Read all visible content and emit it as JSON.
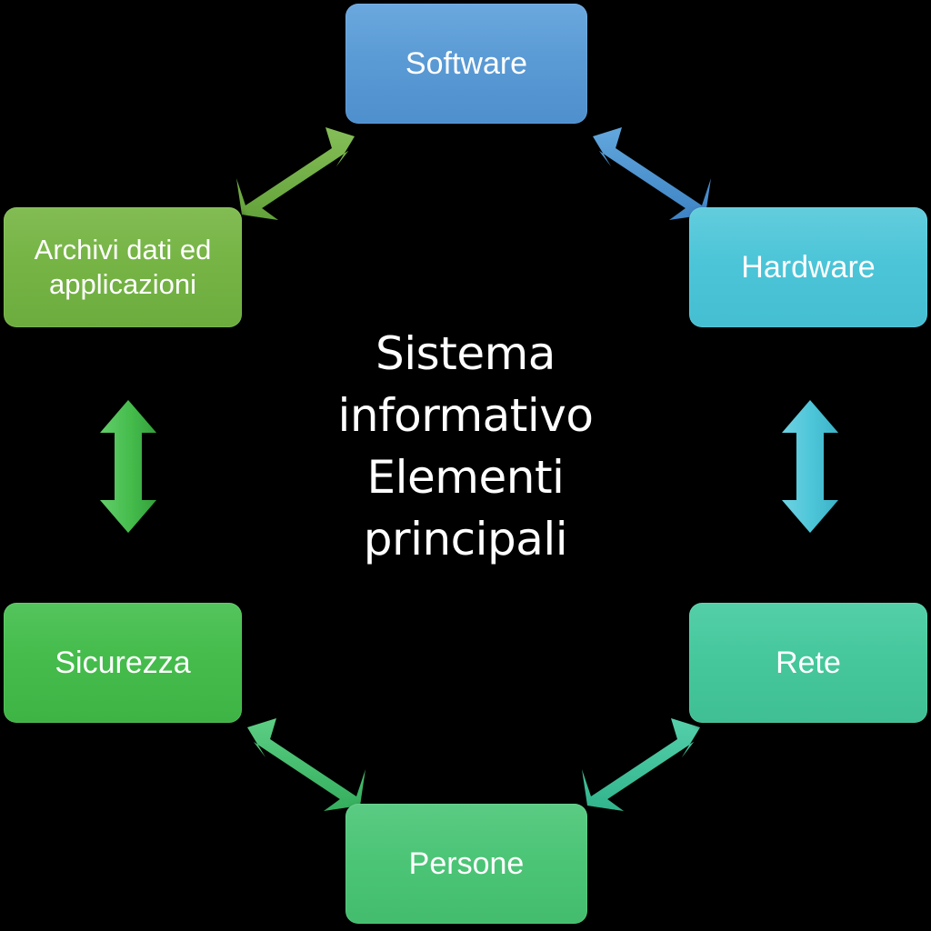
{
  "diagram": {
    "title_lines": "Sistema\ninformativo\nElementi\nprincipali",
    "background_color": "#000000",
    "text_color": "#FFFFFF",
    "nodes": [
      {
        "id": "software",
        "label": "Software",
        "color": "#5B9BD5",
        "position": "top"
      },
      {
        "id": "hardware",
        "label": "Hardware",
        "color": "#4CC5D8",
        "position": "top-right"
      },
      {
        "id": "rete",
        "label": "Rete",
        "color": "#46C79C",
        "position": "bottom-right"
      },
      {
        "id": "persone",
        "label": "Persone",
        "color": "#4CC577",
        "position": "bottom"
      },
      {
        "id": "sicurezza",
        "label": "Sicurezza",
        "color": "#45BC4C",
        "position": "bottom-left"
      },
      {
        "id": "archivi",
        "label": "Archivi dati ed\napplicazioni",
        "color": "#76B445",
        "position": "top-left"
      }
    ],
    "connectors": [
      {
        "id": "software-hardware",
        "from": "software",
        "to": "hardware",
        "color": "#4A90D0",
        "style": "double-headed",
        "orientation": "diagonal-down-right"
      },
      {
        "id": "hardware-rete",
        "from": "hardware",
        "to": "rete",
        "color": "#4CC5D8",
        "style": "double-headed",
        "orientation": "vertical"
      },
      {
        "id": "rete-persone",
        "from": "rete",
        "to": "persone",
        "color": "#3FC49B",
        "style": "double-headed",
        "orientation": "diagonal-down-left"
      },
      {
        "id": "persone-sicurezza",
        "from": "persone",
        "to": "sicurezza",
        "color": "#44C472",
        "style": "double-headed",
        "orientation": "diagonal-up-left"
      },
      {
        "id": "sicurezza-archivi",
        "from": "sicurezza",
        "to": "archivi",
        "color": "#43BC4A",
        "style": "double-headed",
        "orientation": "vertical"
      },
      {
        "id": "archivi-software",
        "from": "archivi",
        "to": "software",
        "color": "#79B349",
        "style": "double-headed",
        "orientation": "diagonal-up-right"
      }
    ]
  }
}
